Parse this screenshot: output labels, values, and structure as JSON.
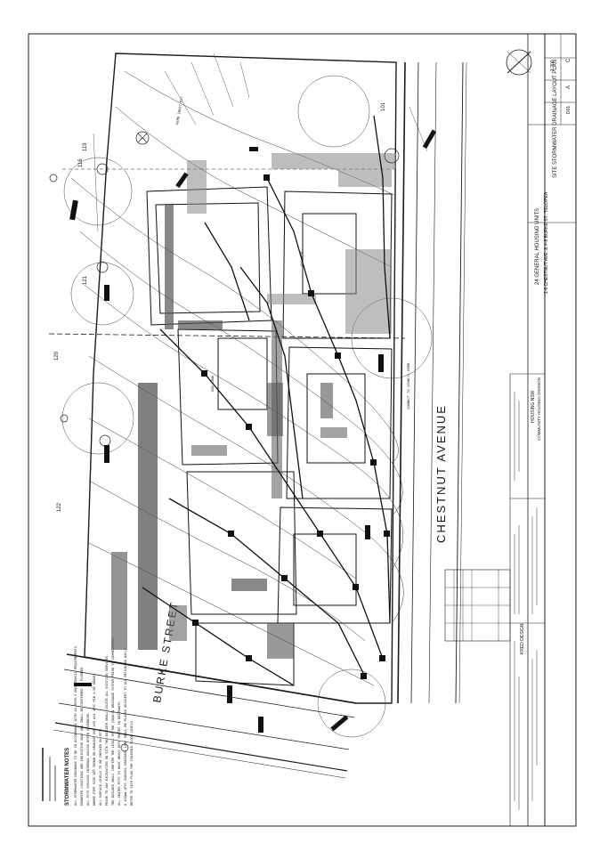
{
  "streets": {
    "chestnut": "CHESTNUT AVENUE",
    "burke": "BURKE STREET"
  },
  "lot_numbers": [
    "116",
    "119",
    "120",
    "121",
    "122",
    "101"
  ],
  "title_block": {
    "project": "24 GENERAL HOUSING UNITS",
    "address": "1-6 CHESTNUT AVE. & 4-8 BURKE ST., TELOPEA",
    "drawing_title": "SITE STORMWATER DRAINAGE LAYOUT PLAN",
    "client": "HOUSING NSW",
    "client_division": "COMMUNITY HOUSING DIVISION",
    "consultant": "KRED DESIGN",
    "scale": "1:200",
    "sheet": "C",
    "revision": "A",
    "drawing_no": "D01"
  },
  "notes": {
    "heading": "STORMWATER NOTES",
    "items": [
      "ALL STORMWATER DRAINAGE TO BE IN ACCORDANCE WITH AS 3500.3 AND COUNCIL REQUIREMENTS.",
      "DOWNPIPE LOCATIONS ARE INDICATIVE ONLY AND SHALL BE CONFIRMED BY PLUMBER.",
      "ALL PITS 600x600 INTERNAL UNLESS NOTED OTHERWISE.",
      "WHERE PIPE SIZE NOT SHOWN ON DRAWING USE 100 dia uPVC MIN 1.0% GRADE.",
      "ALL SURFACE LEVELS TO BE CHECKED ON SITE.",
      "PRIOR TO ANY EXCAVATION ON SITE THE BUILDER SHALL LOCATE ALL EXISTING SERVICES.",
      "THE BUILDER SHALL CONFIRM THE LEVEL OF THE COUNCIL DRAINAGE SYSTEM PRIOR TO COMMENCEMENT.",
      "ALL GRATED PITS TO HAVE HEAVY DUTY GRATES IN DRIVEWAYS.",
      "A 100mm uPVC SUBSOIL DRAINAGE LINE SHALL BE PLACED ADJACENT TO ALL RETAINING WALLS.",
      "REFER TO SITE PLAN FOR FINISHED FLOOR LEVELS."
    ]
  },
  "annotations": {
    "pit_label": "KERB INLET PIT",
    "pipe_label": "100 uPVC",
    "osd_label": "OSD TANK",
    "connect_label": "CONNECT TO COUNCIL KERB"
  },
  "colors": {
    "ink": "#1b1b1b",
    "paper": "#ffffff"
  }
}
